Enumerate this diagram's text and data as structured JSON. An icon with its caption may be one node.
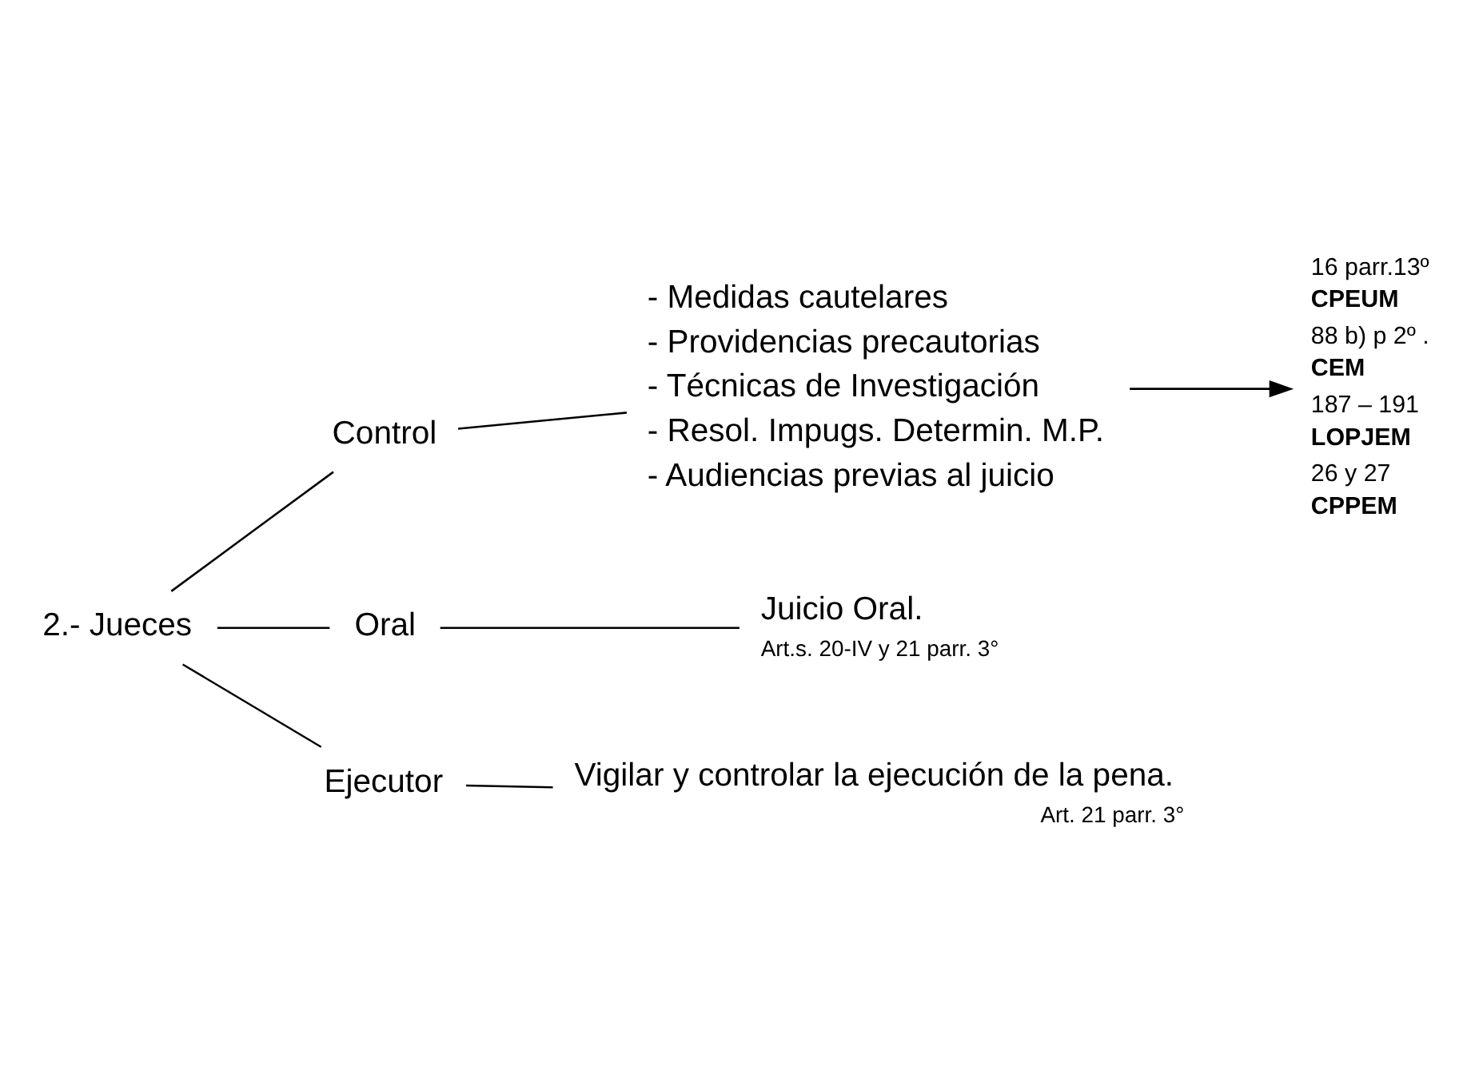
{
  "diagram": {
    "nodes": [
      {
        "text": [
          "2.- Jueces"
        ]
      },
      {
        "text": [
          "Control"
        ]
      },
      {
        "text": [
          "Oral"
        ]
      },
      {
        "text": [
          "Ejecutor"
        ]
      },
      {
        "text": [
          "- Medidas cautelares",
          "- Providencias precautorias",
          "- Técnicas de Investigación",
          "- Resol. Impugs. Determin. M.P.",
          "- Audiencias previas al juicio"
        ]
      },
      {
        "text": [
          "16 parr.13º",
          "CPEUM",
          "88 b) p 2º .",
          "CEM",
          "187 – 191",
          "LOPJEM",
          "26 y 27",
          "CPPEM"
        ]
      },
      {
        "text": [
          "Juicio Oral."
        ],
        "beside": [
          "Art.s. 20-IV y 21 parr. 3°"
        ]
      },
      {
        "text": [
          "Vigilar y controlar la ejecución de la pena."
        ],
        "beside": [
          "Art. 21 parr. 3°"
        ]
      }
    ],
    "edges": [
      {
        "from": 0,
        "to": 1,
        "arrow": "none"
      },
      {
        "from": 0,
        "to": 2,
        "arrow": "none"
      },
      {
        "from": 0,
        "to": 3,
        "arrow": "none"
      },
      {
        "from": 1,
        "to": 4,
        "arrow": "none"
      },
      {
        "from": 4,
        "to": 5,
        "arrow": "to"
      },
      {
        "from": 2,
        "to": 6,
        "arrow": "none"
      },
      {
        "from": 3,
        "to": 7,
        "arrow": "none"
      }
    ]
  }
}
